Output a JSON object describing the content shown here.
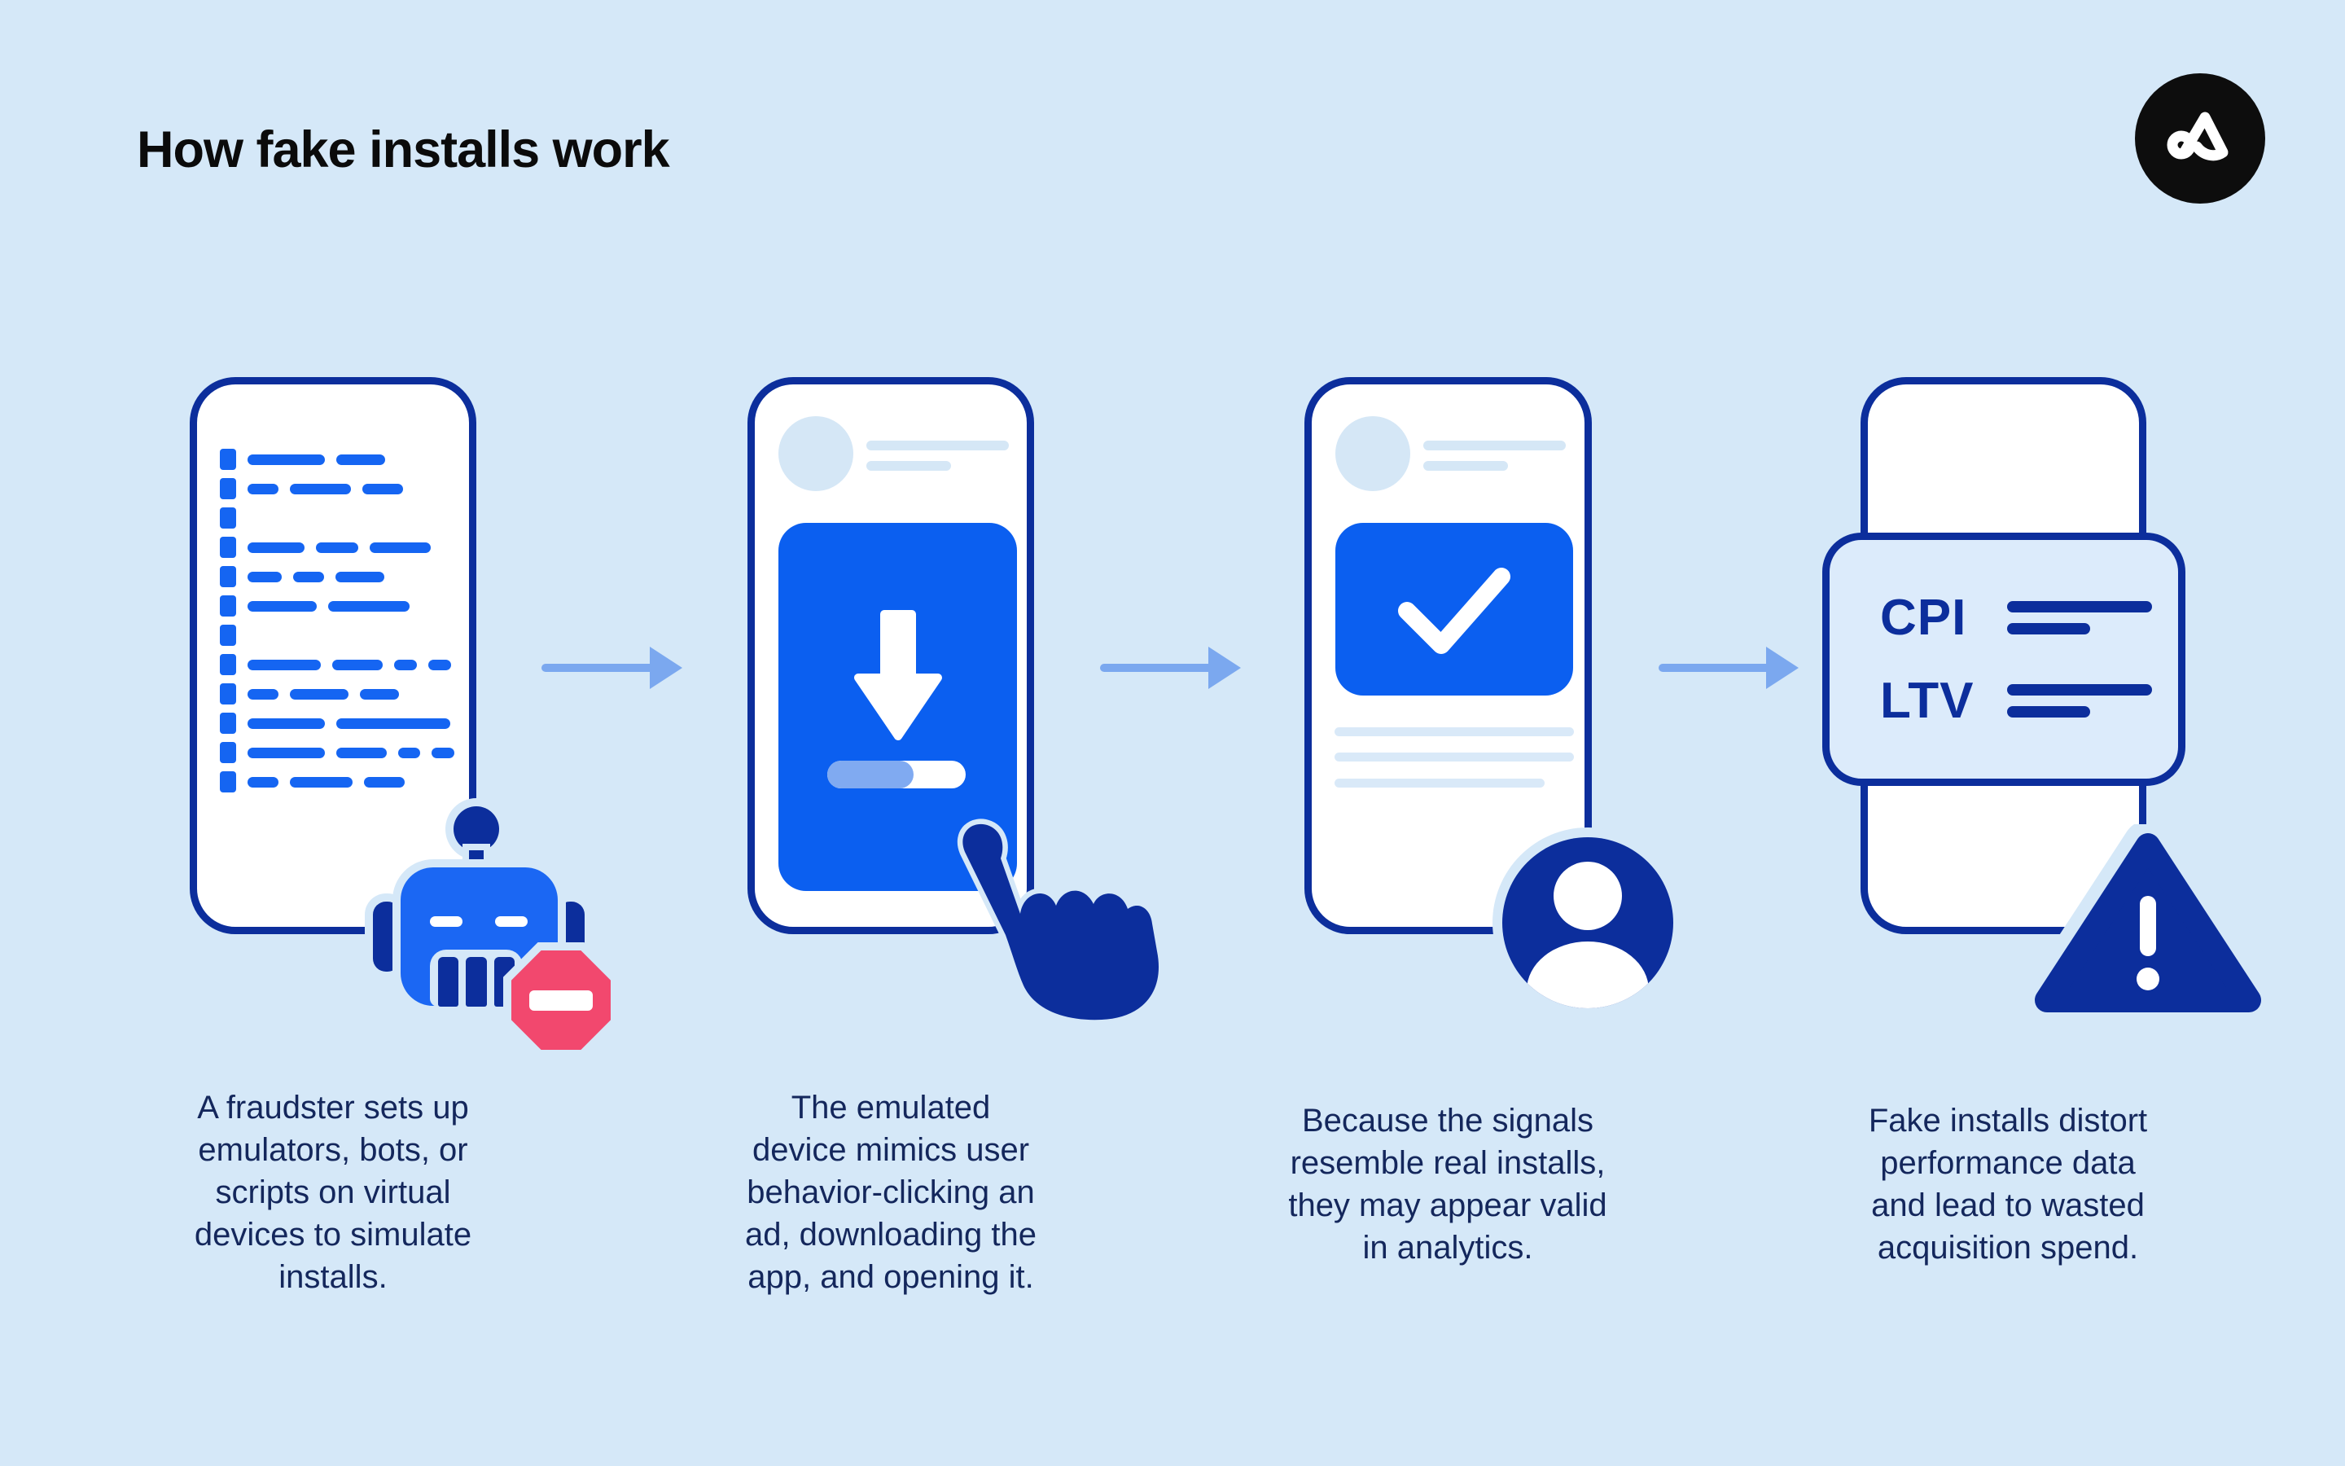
{
  "header": {
    "title": "How fake installs work"
  },
  "logo": {
    "name": "adjust-logo"
  },
  "colors": {
    "background": "#d5e8f8",
    "navy": "#0c2e9c",
    "bright_blue": "#0b5ff0",
    "code_blue": "#1565f2",
    "robot_head_blue": "#1b67f3",
    "stop_pink": "#f2486e",
    "arrow_blue": "#7ba8ef",
    "light_ui_blue": "#d5e7f6",
    "progress_fill_blue": "#80aaf1",
    "metric_card_bg": "#dcebfb",
    "caption_text": "#14275c",
    "title_text": "#0b0b0b"
  },
  "icons": [
    "adjust-logo",
    "code-lines",
    "robot-icon",
    "stop-icon",
    "flow-arrow-icon",
    "download-icon",
    "progress-bar",
    "tap-hand-icon",
    "check-icon",
    "person-icon",
    "warning-icon"
  ],
  "code_rows": [
    [
      95,
      60
    ],
    [
      38,
      75,
      50
    ],
    [],
    [
      70,
      52,
      75
    ],
    [
      42,
      38,
      60
    ],
    [
      85,
      100
    ],
    [],
    [
      90,
      62,
      28,
      28
    ],
    [
      38,
      72,
      48
    ],
    [
      95,
      140
    ],
    [
      95,
      62,
      27,
      28
    ],
    [
      38,
      77,
      50
    ]
  ],
  "metrics": {
    "cpi_label": "CPI",
    "ltv_label": "LTV"
  },
  "steps": [
    {
      "caption_lines": [
        "A fraudster sets up",
        "emulators, bots, or",
        "scripts on virtual",
        "devices to simulate",
        "installs."
      ]
    },
    {
      "caption_lines": [
        "The emulated",
        "device mimics user",
        "behavior-clicking an",
        "ad, downloading the",
        "app, and opening it."
      ]
    },
    {
      "caption_lines": [
        "Because the signals",
        "resemble real installs,",
        "they may appear valid",
        "in analytics."
      ]
    },
    {
      "caption_lines": [
        "Fake installs distort",
        "performance data",
        "and lead to wasted",
        "acquisition spend."
      ]
    }
  ]
}
